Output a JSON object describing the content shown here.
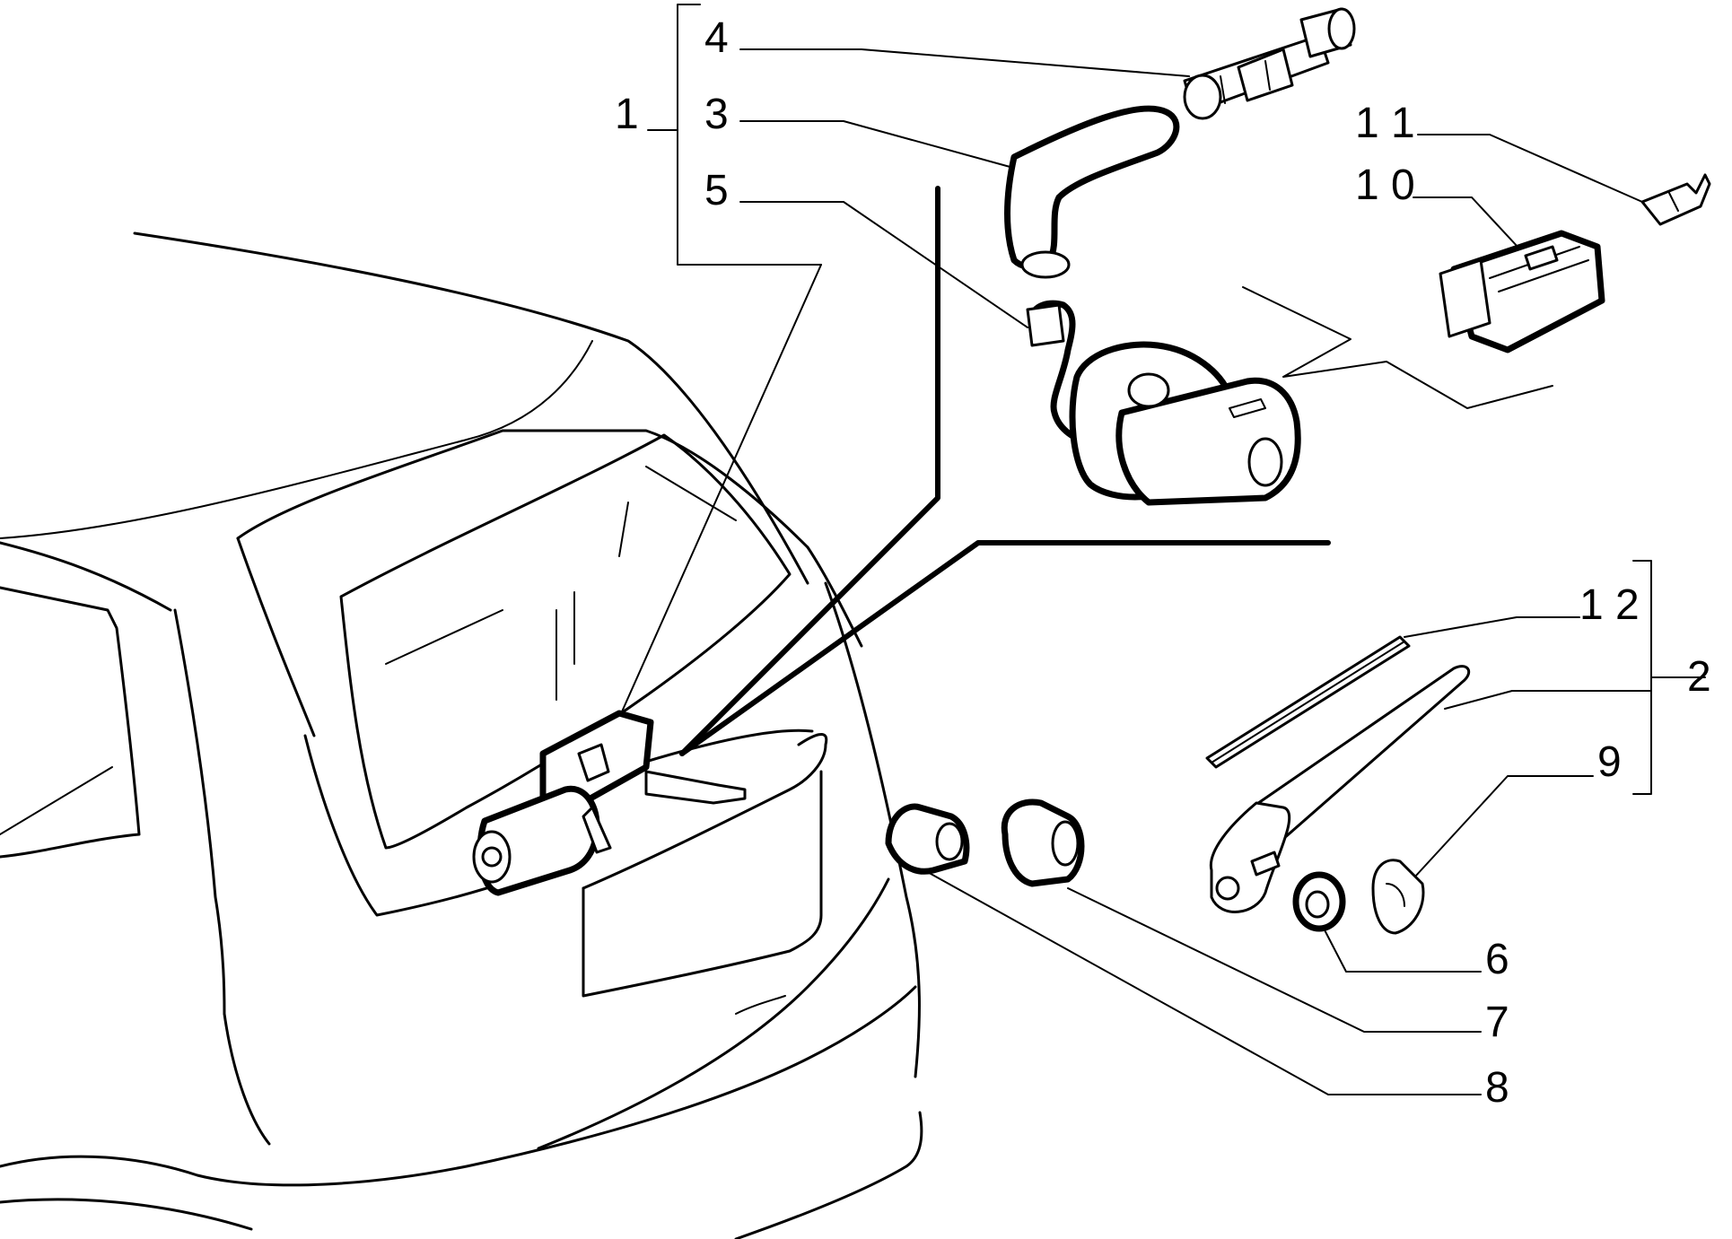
{
  "callouts": [
    {
      "id": "c1",
      "label": "1"
    },
    {
      "id": "c2",
      "label": "2"
    },
    {
      "id": "c3",
      "label": "3"
    },
    {
      "id": "c4",
      "label": "4"
    },
    {
      "id": "c5",
      "label": "5"
    },
    {
      "id": "c6",
      "label": "6"
    },
    {
      "id": "c7",
      "label": "7"
    },
    {
      "id": "c8",
      "label": "8"
    },
    {
      "id": "c9",
      "label": "9"
    },
    {
      "id": "c10",
      "label": "1 0"
    },
    {
      "id": "c11",
      "label": "1 1"
    },
    {
      "id": "c12",
      "label": "1 2"
    }
  ],
  "parts": [
    "rear-wiper-motor-assembly",
    "wiper-arm-assembly",
    "washer-hose-elbow",
    "hose-connector",
    "washer-pump-motor",
    "spindle-nut",
    "grommet",
    "seal-bush",
    "nut-cover-cap",
    "electrical-connector",
    "terminal",
    "wiper-blade"
  ]
}
